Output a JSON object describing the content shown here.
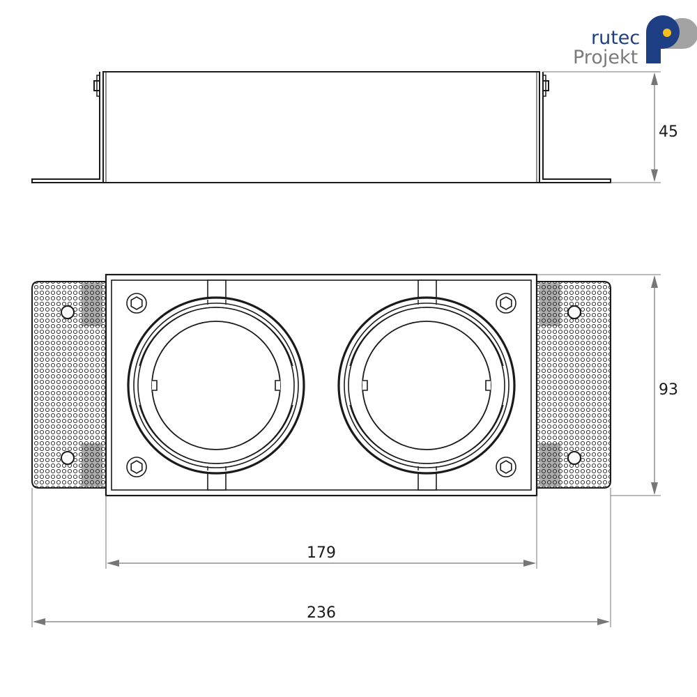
{
  "logo": {
    "line1": "rutec",
    "line2": "Projekt",
    "color_primary": "#1f3f85",
    "color_secondary": "#7a7a7a",
    "color_accent": "#f2c21b"
  },
  "dimensions": {
    "height": "45",
    "depth": "93",
    "inner_width": "179",
    "total_width": "236"
  },
  "colors": {
    "line": "#1a1a1a",
    "dim_line": "#777777"
  }
}
